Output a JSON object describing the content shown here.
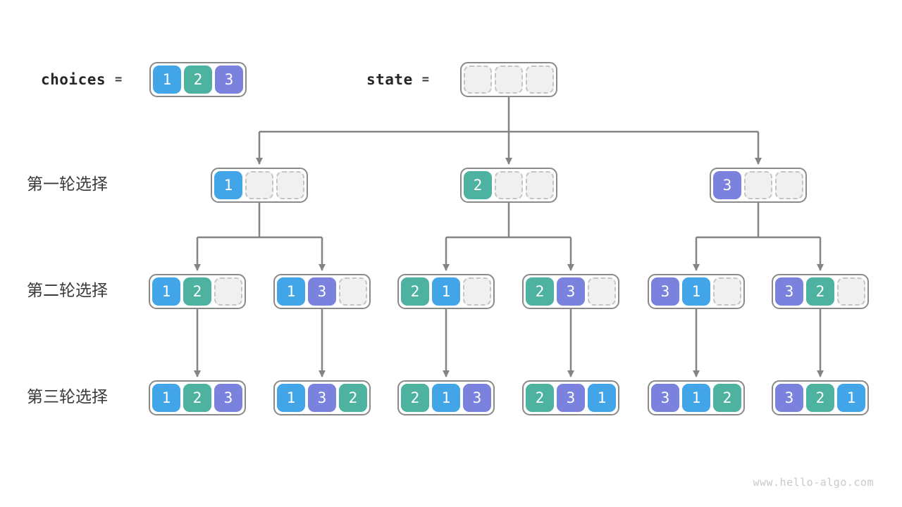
{
  "colors": {
    "value_1": "#42A5E8",
    "value_2": "#4DB3A0",
    "value_3": "#7A82DD",
    "arrow": "#848484",
    "node_border": "#8A8A8A",
    "empty_cell_bg": "#F0F0F0",
    "empty_cell_border": "#C4C4C4",
    "label_text": "#3A3A3A",
    "watermark_text": "#C9C9C9"
  },
  "header": {
    "choices_label": "choices",
    "state_label": "state",
    "equals_sign": "=",
    "choices_cells": [
      "1",
      "2",
      "3"
    ],
    "state_cells": [
      "",
      "",
      ""
    ]
  },
  "rows": [
    {
      "label": "第一轮选择",
      "nodes": [
        [
          "1",
          "",
          ""
        ],
        [
          "2",
          "",
          ""
        ],
        [
          "3",
          "",
          ""
        ]
      ]
    },
    {
      "label": "第二轮选择",
      "nodes": [
        [
          "1",
          "2",
          ""
        ],
        [
          "1",
          "3",
          ""
        ],
        [
          "2",
          "1",
          ""
        ],
        [
          "2",
          "3",
          ""
        ],
        [
          "3",
          "1",
          ""
        ],
        [
          "3",
          "2",
          ""
        ]
      ]
    },
    {
      "label": "第三轮选择",
      "nodes": [
        [
          "1",
          "2",
          "3"
        ],
        [
          "1",
          "3",
          "2"
        ],
        [
          "2",
          "1",
          "3"
        ],
        [
          "2",
          "3",
          "1"
        ],
        [
          "3",
          "1",
          "2"
        ],
        [
          "3",
          "2",
          "1"
        ]
      ]
    }
  ],
  "watermark": "www.hello-algo.com"
}
